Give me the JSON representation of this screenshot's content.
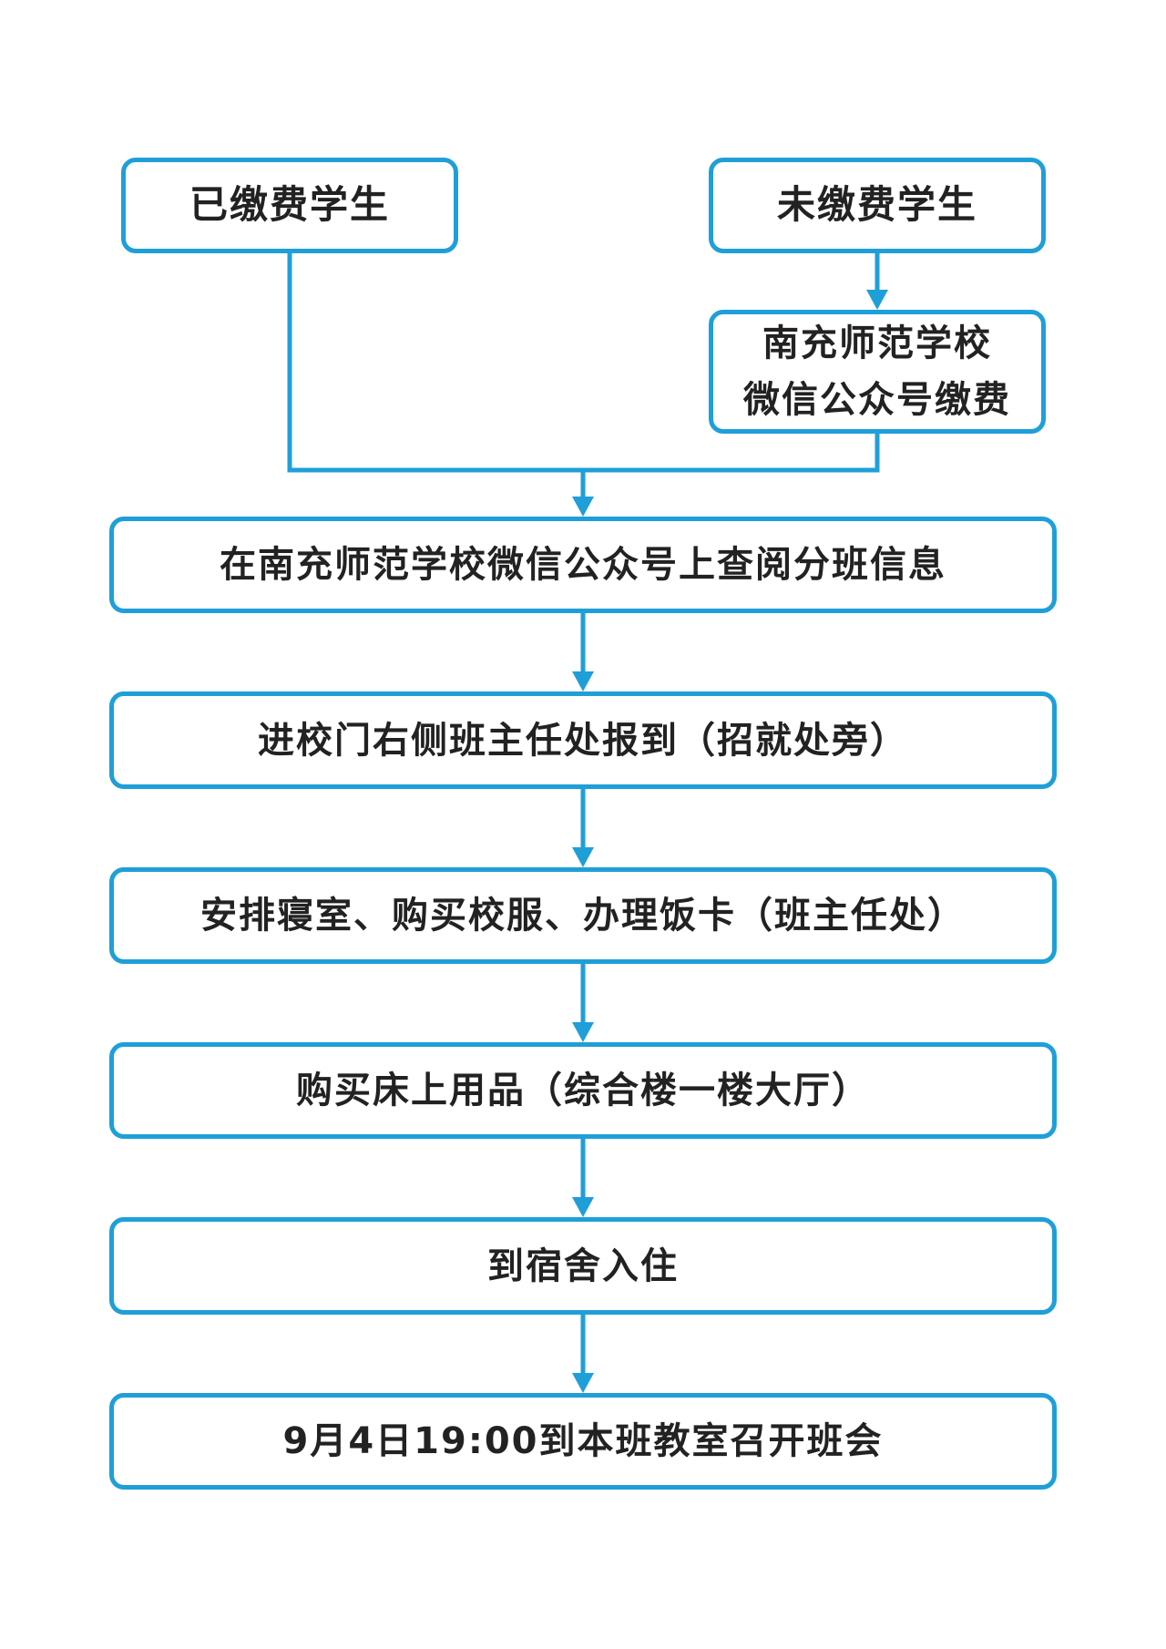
{
  "flowchart": {
    "paid_students": "已缴费学生",
    "unpaid_students": "未缴费学生",
    "wechat_payment": {
      "line1": "南充师范学校",
      "line2": "微信公众号缴费"
    },
    "steps": [
      "在南充师范学校微信公众号上查阅分班信息",
      "进校门右侧班主任处报到（招就处旁）",
      "安排寝室、购买校服、办理饭卡（班主任处）",
      "购买床上用品（综合楼一楼大厅）",
      "到宿舍入住",
      "9月4日19:00到本班教室召开班会"
    ]
  },
  "colors": {
    "accent": "#1f9fd8",
    "text": "#222222"
  }
}
